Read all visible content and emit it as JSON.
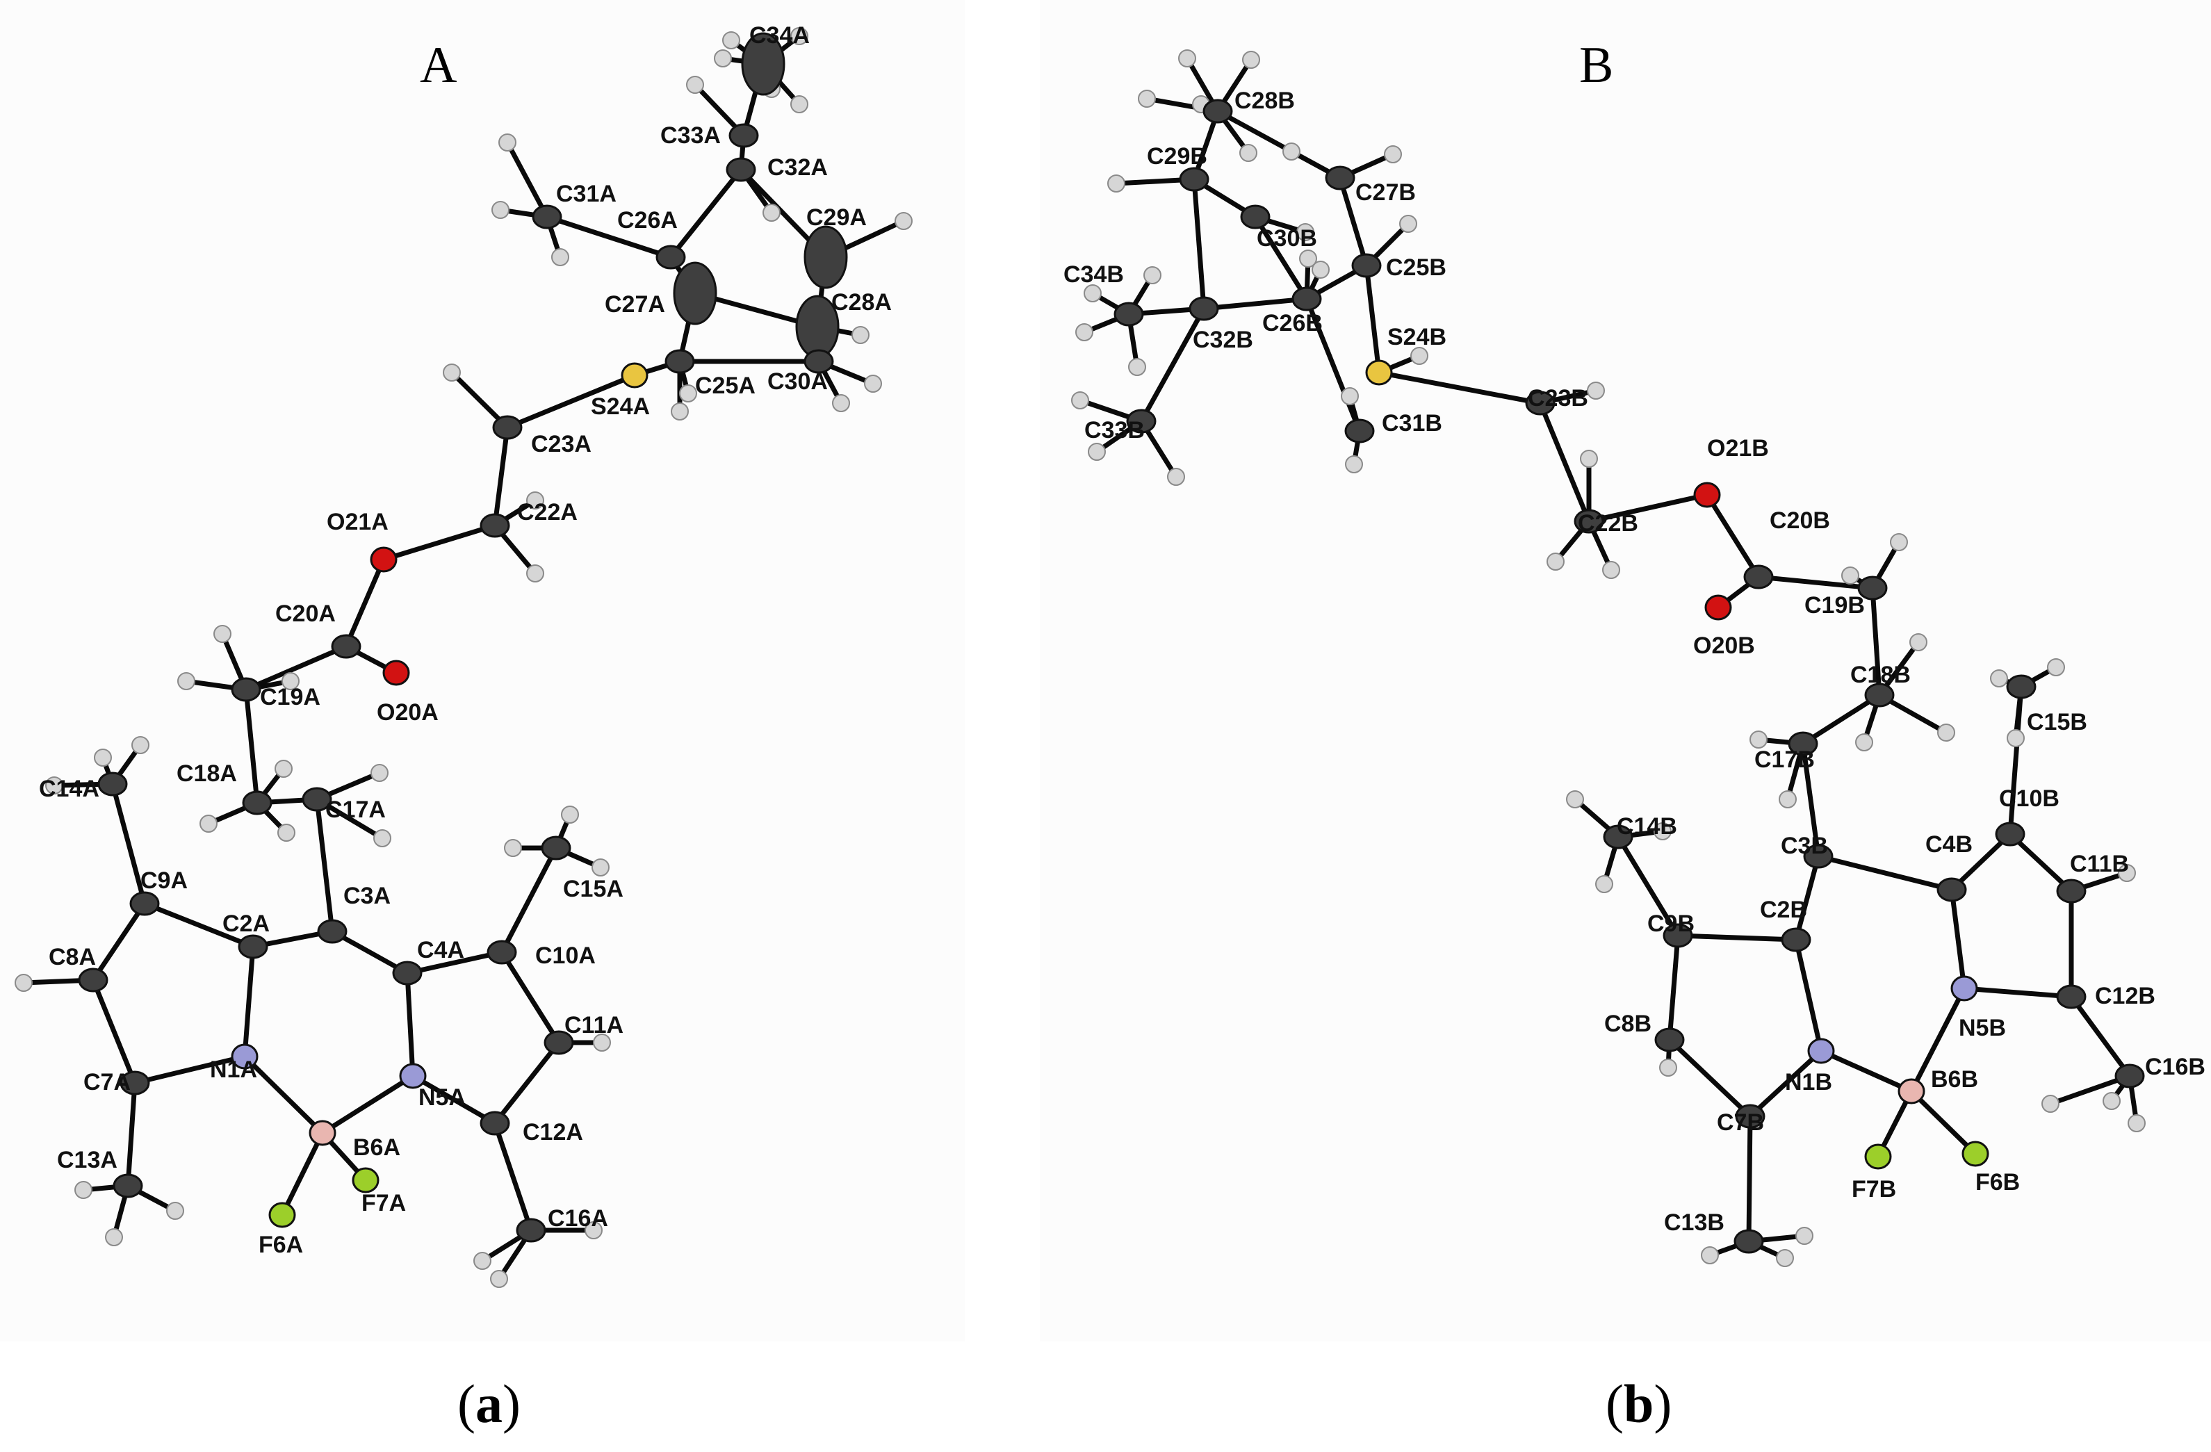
{
  "colors": {
    "carbon": "#3f3f3f",
    "hydrogen": "#d6d6d6",
    "nitrogen": "#9a9ad6",
    "boron": "#e9b6b0",
    "fluorine": "#9ccf2a",
    "oxygen": "#d21212",
    "sulfur": "#e9c540",
    "bond": "#0a0a0a"
  },
  "panel_a": {
    "title": "A",
    "caption_open": "(",
    "caption_letter": "a",
    "caption_close": ")",
    "atoms": [
      {
        "id": "C34A",
        "el": "C"
      },
      {
        "id": "C33A",
        "el": "C"
      },
      {
        "id": "C32A",
        "el": "C"
      },
      {
        "id": "C31A",
        "el": "C"
      },
      {
        "id": "C26A",
        "el": "C"
      },
      {
        "id": "C29A",
        "el": "C"
      },
      {
        "id": "C27A",
        "el": "C"
      },
      {
        "id": "C28A",
        "el": "C"
      },
      {
        "id": "S24A",
        "el": "S"
      },
      {
        "id": "C25A",
        "el": "C"
      },
      {
        "id": "C30A",
        "el": "C"
      },
      {
        "id": "C23A",
        "el": "C"
      },
      {
        "id": "C22A",
        "el": "C"
      },
      {
        "id": "O21A",
        "el": "O"
      },
      {
        "id": "C20A",
        "el": "C"
      },
      {
        "id": "O20A",
        "el": "O"
      },
      {
        "id": "C19A",
        "el": "C"
      },
      {
        "id": "C18A",
        "el": "C"
      },
      {
        "id": "C17A",
        "el": "C"
      },
      {
        "id": "C14A",
        "el": "C"
      },
      {
        "id": "C15A",
        "el": "C"
      },
      {
        "id": "C9A",
        "el": "C"
      },
      {
        "id": "C2A",
        "el": "C"
      },
      {
        "id": "C3A",
        "el": "C"
      },
      {
        "id": "C4A",
        "el": "C"
      },
      {
        "id": "C10A",
        "el": "C"
      },
      {
        "id": "C8A",
        "el": "C"
      },
      {
        "id": "C11A",
        "el": "C"
      },
      {
        "id": "C7A",
        "el": "C"
      },
      {
        "id": "N1A",
        "el": "N"
      },
      {
        "id": "N5A",
        "el": "N"
      },
      {
        "id": "C12A",
        "el": "C"
      },
      {
        "id": "B6A",
        "el": "B"
      },
      {
        "id": "C13A",
        "el": "C"
      },
      {
        "id": "F7A",
        "el": "F"
      },
      {
        "id": "F6A",
        "el": "F"
      },
      {
        "id": "C16A",
        "el": "C"
      }
    ]
  },
  "panel_b": {
    "title": "B",
    "caption_open": "(",
    "caption_letter": "b",
    "caption_close": ")",
    "atoms": [
      {
        "id": "C28B",
        "el": "C"
      },
      {
        "id": "C29B",
        "el": "C"
      },
      {
        "id": "C27B",
        "el": "C"
      },
      {
        "id": "C30B",
        "el": "C"
      },
      {
        "id": "C25B",
        "el": "C"
      },
      {
        "id": "C34B",
        "el": "C"
      },
      {
        "id": "C26B",
        "el": "C"
      },
      {
        "id": "C32B",
        "el": "C"
      },
      {
        "id": "S24B",
        "el": "S"
      },
      {
        "id": "C23B",
        "el": "C"
      },
      {
        "id": "C33B",
        "el": "C"
      },
      {
        "id": "C31B",
        "el": "C"
      },
      {
        "id": "O21B",
        "el": "O"
      },
      {
        "id": "C20B",
        "el": "C"
      },
      {
        "id": "C22B",
        "el": "C"
      },
      {
        "id": "C19B",
        "el": "C"
      },
      {
        "id": "O20B",
        "el": "O"
      },
      {
        "id": "C18B",
        "el": "C"
      },
      {
        "id": "C15B",
        "el": "C"
      },
      {
        "id": "C17B",
        "el": "C"
      },
      {
        "id": "C14B",
        "el": "C"
      },
      {
        "id": "C10B",
        "el": "C"
      },
      {
        "id": "C3B",
        "el": "C"
      },
      {
        "id": "C4B",
        "el": "C"
      },
      {
        "id": "C11B",
        "el": "C"
      },
      {
        "id": "C2B",
        "el": "C"
      },
      {
        "id": "C9B",
        "el": "C"
      },
      {
        "id": "C12B",
        "el": "C"
      },
      {
        "id": "N5B",
        "el": "N"
      },
      {
        "id": "C8B",
        "el": "C"
      },
      {
        "id": "C16B",
        "el": "C"
      },
      {
        "id": "N1B",
        "el": "N"
      },
      {
        "id": "B6B",
        "el": "B"
      },
      {
        "id": "C7B",
        "el": "C"
      },
      {
        "id": "F7B",
        "el": "F"
      },
      {
        "id": "F6B",
        "el": "F"
      },
      {
        "id": "C13B",
        "el": "C"
      }
    ]
  }
}
